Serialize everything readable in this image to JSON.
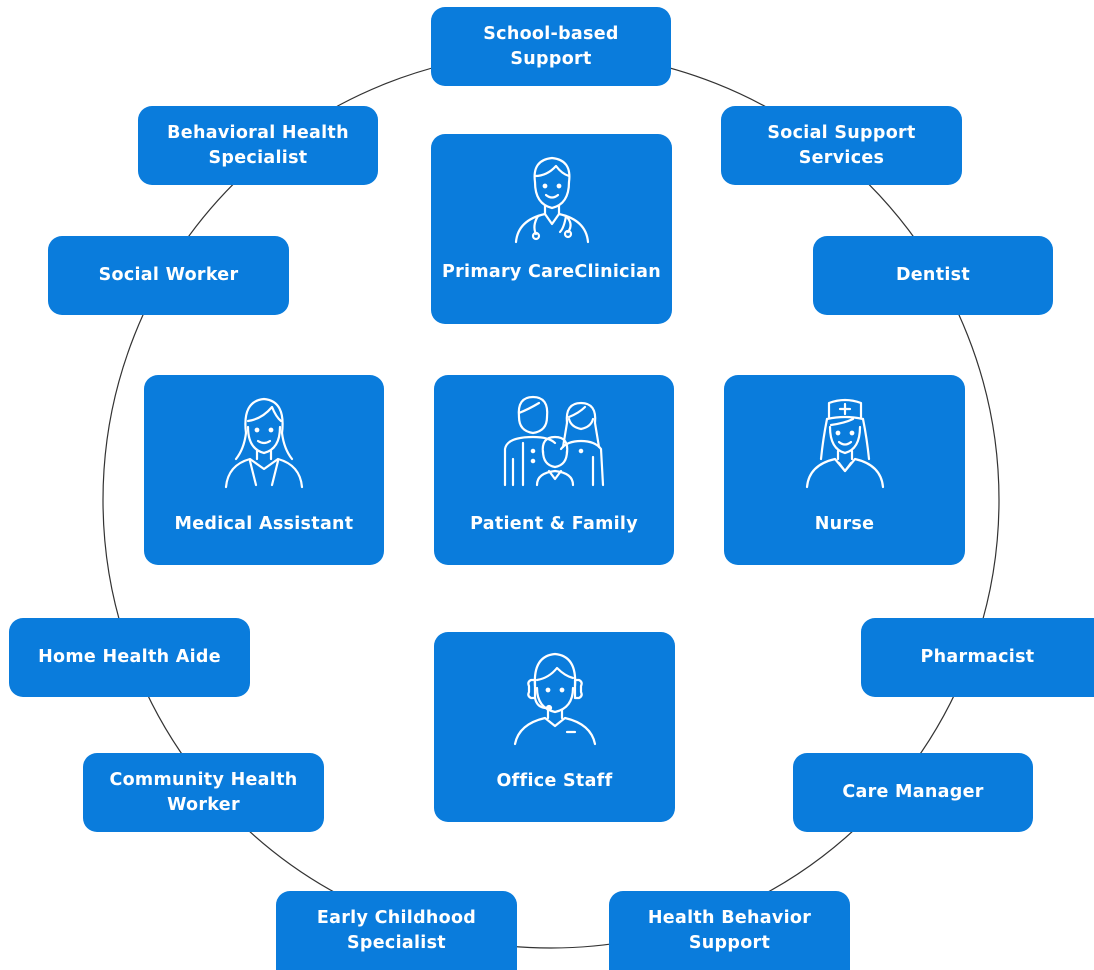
{
  "outer_roles": {
    "school": [
      "School-based",
      "Support"
    ],
    "social_support": [
      "Social Support",
      "Services"
    ],
    "dentist": "Dentist",
    "pharmacist": "Pharmacist",
    "care_manager": "Care Manager",
    "health_behavior": [
      "Health Behavior",
      "Support"
    ],
    "early_childhood": [
      "Early Childhood",
      "Specialist"
    ],
    "community_health": [
      "Community Health",
      "Worker"
    ],
    "home_health": "Home Health Aide",
    "social_worker": "Social Worker",
    "behavioral_health": [
      "Behavioral Health",
      "Specialist"
    ]
  },
  "core_team": {
    "primary_care": [
      "Primary Care",
      "Clinician"
    ],
    "medical_assistant": "Medical Assistant",
    "patient_family": "Patient & Family",
    "nurse": "Nurse",
    "office_staff": "Office Staff"
  },
  "icons": {
    "primary_care": "doctor-stethoscope-icon",
    "medical_assistant": "woman-icon",
    "patient_family": "family-icon",
    "nurse": "nurse-cap-icon",
    "office_staff": "headset-operator-icon"
  },
  "colors": {
    "box": "#0A7CDC",
    "text": "#FFFFFF",
    "ring": "#333333"
  }
}
